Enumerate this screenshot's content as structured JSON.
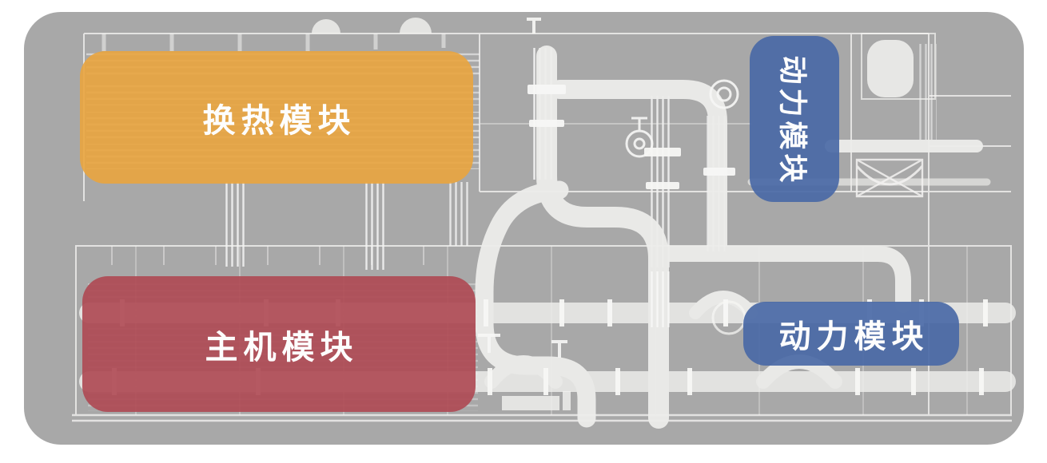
{
  "page": {
    "kind": "annotated engineering diagram slide",
    "background_color": "#ffffff"
  },
  "panel": {
    "name": "plant-drawing-panel",
    "background_color": "#a8a8a8",
    "drawing_line_color": "#f2f2f0",
    "drawing_subject": "piping and equipment skid CAD line drawing"
  },
  "labels": [
    {
      "id": "heat-exchange-module",
      "text": "换热模块",
      "accent_color": "#e9a43e",
      "background": "rgba(233,164,62,0.90)",
      "text_color": "#fdfdfd",
      "orientation": "horizontal"
    },
    {
      "id": "main-engine-module",
      "text": "主机模块",
      "accent_color": "#af4b55",
      "background": "rgba(175,75,85,0.92)",
      "text_color": "#fdfdfd",
      "orientation": "horizontal"
    },
    {
      "id": "power-module-top",
      "text": "动力模块",
      "accent_color": "#4a69a6",
      "background": "rgba(74,105,166,0.92)",
      "text_color": "#fdfdfd",
      "orientation": "vertical-rotated-90"
    },
    {
      "id": "power-module-bottom",
      "text": "动力模块",
      "accent_color": "#4a69a6",
      "background": "rgba(74,105,166,0.92)",
      "text_color": "#fdfdfd",
      "orientation": "horizontal"
    }
  ]
}
